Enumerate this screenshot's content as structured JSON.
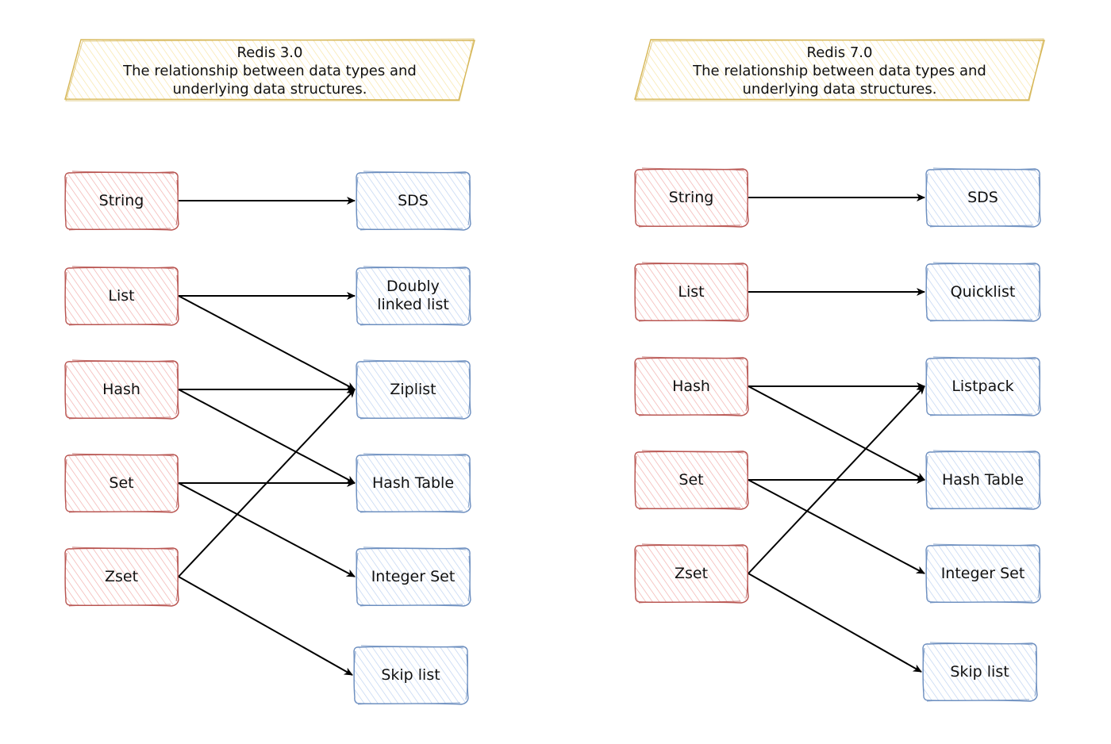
{
  "colors": {
    "type_fill": "#f8cecc",
    "type_stroke": "#b85450",
    "structure_fill": "#dae8fc",
    "structure_stroke": "#6c8ebf",
    "title_fill": "#fff2cc",
    "title_stroke": "#d6b656",
    "arrow": "#000000"
  },
  "panels": [
    {
      "id": "redis3",
      "title_line1": "Redis 3.0",
      "title_line2": "The relationship between data types and",
      "title_line3": "underlying data structures.",
      "types": [
        "String",
        "List",
        "Hash",
        "Set",
        "Zset"
      ],
      "structures": [
        "SDS",
        "Doubly linked list",
        "Ziplist",
        "Hash Table",
        "Integer Set",
        "Skip list"
      ],
      "edges": [
        [
          "String",
          "SDS"
        ],
        [
          "List",
          "Doubly linked list"
        ],
        [
          "List",
          "Ziplist"
        ],
        [
          "Hash",
          "Ziplist"
        ],
        [
          "Hash",
          "Hash Table"
        ],
        [
          "Set",
          "Hash Table"
        ],
        [
          "Set",
          "Integer Set"
        ],
        [
          "Zset",
          "Ziplist"
        ],
        [
          "Zset",
          "Skip list"
        ]
      ]
    },
    {
      "id": "redis7",
      "title_line1": "Redis 7.0",
      "title_line2": "The relationship between data types and",
      "title_line3": "underlying data structures.",
      "types": [
        "String",
        "List",
        "Hash",
        "Set",
        "Zset"
      ],
      "structures": [
        "SDS",
        "Quicklist",
        "Listpack",
        "Hash Table",
        "Integer Set",
        "Skip list"
      ],
      "edges": [
        [
          "String",
          "SDS"
        ],
        [
          "List",
          "Quicklist"
        ],
        [
          "Hash",
          "Listpack"
        ],
        [
          "Hash",
          "Hash Table"
        ],
        [
          "Set",
          "Hash Table"
        ],
        [
          "Set",
          "Integer Set"
        ],
        [
          "Zset",
          "Listpack"
        ],
        [
          "Zset",
          "Skip list"
        ]
      ]
    }
  ]
}
